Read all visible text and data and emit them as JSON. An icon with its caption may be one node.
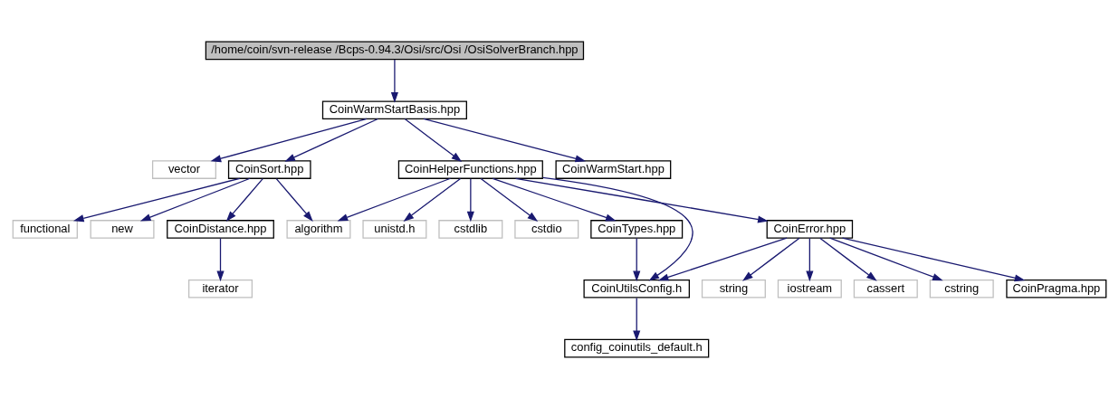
{
  "diagram": {
    "nodes": [
      {
        "text": [
          "/home/coin/svn-release /Bcps-0.94.3/Osi/src/Osi /OsiSolverBranch.hpp"
        ]
      },
      {
        "text": [
          "CoinWarmStartBasis.hpp"
        ]
      },
      {
        "text": [
          "vector"
        ]
      },
      {
        "text": [
          "CoinSort.hpp"
        ]
      },
      {
        "text": [
          "CoinHelperFunctions.hpp"
        ]
      },
      {
        "text": [
          "CoinWarmStart.hpp"
        ]
      },
      {
        "text": [
          "functional"
        ]
      },
      {
        "text": [
          "new"
        ]
      },
      {
        "text": [
          "CoinDistance.hpp"
        ]
      },
      {
        "text": [
          "algorithm"
        ]
      },
      {
        "text": [
          "unistd.h"
        ]
      },
      {
        "text": [
          "cstdlib"
        ]
      },
      {
        "text": [
          "cstdio"
        ]
      },
      {
        "text": [
          "CoinTypes.hpp"
        ]
      },
      {
        "text": [
          "CoinError.hpp"
        ]
      },
      {
        "text": [
          "iterator"
        ]
      },
      {
        "text": [
          "CoinUtilsConfig.h"
        ]
      },
      {
        "text": [
          "string"
        ]
      },
      {
        "text": [
          "iostream"
        ]
      },
      {
        "text": [
          "cassert"
        ]
      },
      {
        "text": [
          "cstring"
        ]
      },
      {
        "text": [
          "CoinPragma.hpp"
        ]
      },
      {
        "text": [
          "config_coinutils_default.h"
        ]
      }
    ],
    "edges": [
      {
        "from": 0,
        "to": 1,
        "arrow": "to"
      },
      {
        "from": 1,
        "to": 2,
        "arrow": "to"
      },
      {
        "from": 1,
        "to": 3,
        "arrow": "to"
      },
      {
        "from": 1,
        "to": 4,
        "arrow": "to"
      },
      {
        "from": 1,
        "to": 5,
        "arrow": "to"
      },
      {
        "from": 3,
        "to": 6,
        "arrow": "to"
      },
      {
        "from": 3,
        "to": 7,
        "arrow": "to"
      },
      {
        "from": 3,
        "to": 8,
        "arrow": "to"
      },
      {
        "from": 3,
        "to": 9,
        "arrow": "to"
      },
      {
        "from": 8,
        "to": 15,
        "arrow": "to"
      },
      {
        "from": 4,
        "to": 9,
        "arrow": "to"
      },
      {
        "from": 4,
        "to": 16,
        "arrow": "to"
      },
      {
        "from": 4,
        "to": 10,
        "arrow": "to"
      },
      {
        "from": 4,
        "to": 11,
        "arrow": "to"
      },
      {
        "from": 4,
        "to": 12,
        "arrow": "to"
      },
      {
        "from": 4,
        "to": 13,
        "arrow": "to"
      },
      {
        "from": 4,
        "to": 14,
        "arrow": "to"
      },
      {
        "from": 13,
        "to": 16,
        "arrow": "to"
      },
      {
        "from": 14,
        "to": 16,
        "arrow": "to"
      },
      {
        "from": 14,
        "to": 17,
        "arrow": "to"
      },
      {
        "from": 14,
        "to": 18,
        "arrow": "to"
      },
      {
        "from": 14,
        "to": 19,
        "arrow": "to"
      },
      {
        "from": 14,
        "to": 20,
        "arrow": "to"
      },
      {
        "from": 14,
        "to": 21,
        "arrow": "to"
      },
      {
        "from": 16,
        "to": 22,
        "arrow": "to"
      }
    ]
  }
}
